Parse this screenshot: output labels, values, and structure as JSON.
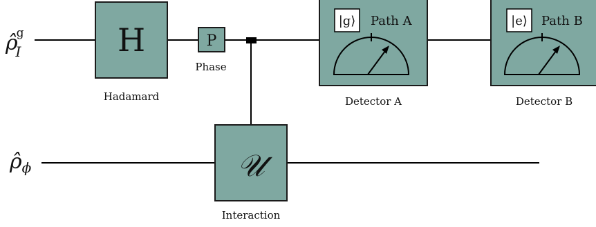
{
  "inputs": {
    "top_symbol": "ρ̂",
    "top_superscript": "g",
    "top_subscript": "I",
    "bottom_symbol": "ρ̂",
    "bottom_subscript": "ϕ"
  },
  "gates": {
    "hadamard": {
      "glyph": "H",
      "caption": "Hadamard"
    },
    "phase": {
      "glyph": "P",
      "caption": "Phase"
    },
    "interaction": {
      "glyph": "𝒰",
      "caption": "Interaction"
    }
  },
  "detectors": {
    "a": {
      "ket": "|g⟩",
      "path_label": "Path A",
      "caption": "Detector A"
    },
    "b": {
      "ket": "|e⟩",
      "path_label": "Path B",
      "caption": "Detector B"
    }
  },
  "colors": {
    "gate_fill": "#7fa8a1",
    "line": "#000000",
    "background": "#ffffff"
  }
}
